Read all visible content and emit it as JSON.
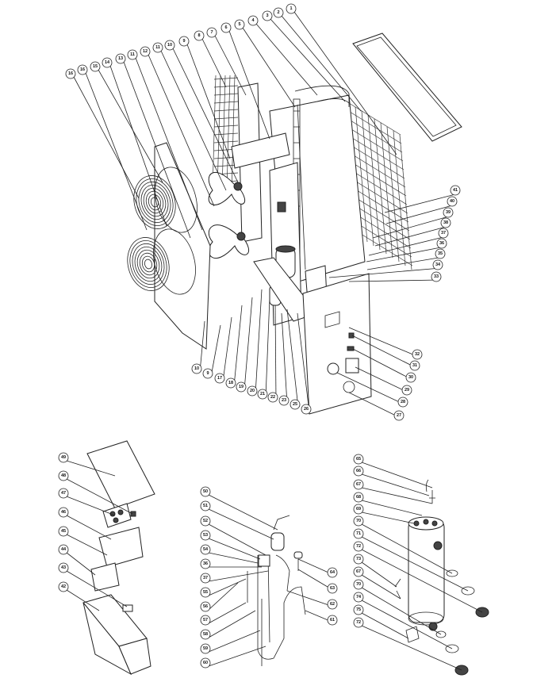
{
  "main_unit": {
    "callouts": [
      "16",
      "16",
      "15",
      "14",
      "13",
      "11",
      "12",
      "11",
      "10",
      "9",
      "8",
      "7",
      "6",
      "5",
      "4",
      "3",
      "2",
      "1",
      "41",
      "40",
      "39",
      "38",
      "37",
      "36",
      "35",
      "34",
      "33",
      "32",
      "31",
      "30",
      "29",
      "28",
      "27",
      "10",
      "9",
      "17",
      "18",
      "19",
      "20",
      "21",
      "22",
      "23",
      "25",
      "26"
    ]
  },
  "control_box": {
    "callouts": [
      "49",
      "48",
      "47",
      "46",
      "45",
      "44",
      "43",
      "42"
    ]
  },
  "refrigerant_circuit": {
    "callouts": [
      "50",
      "51",
      "52",
      "53",
      "54",
      "36",
      "37",
      "55",
      "56",
      "57",
      "58",
      "59",
      "60",
      "64",
      "63",
      "62",
      "61"
    ]
  },
  "heat_exchanger": {
    "callouts": [
      "65",
      "66",
      "67",
      "68",
      "69",
      "70",
      "71",
      "72",
      "73",
      "67",
      "70",
      "74",
      "75",
      "72"
    ]
  }
}
